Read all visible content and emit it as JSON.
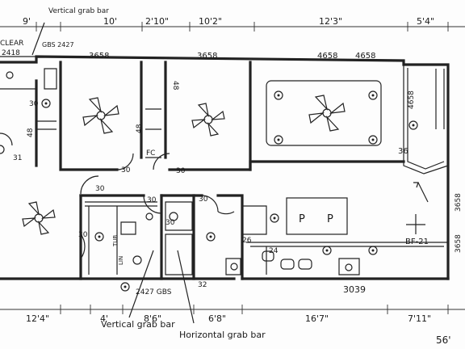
{
  "top_dims": [
    "9'",
    "10'",
    "2'10\"",
    "10'2\"",
    "12'3\"",
    "5'4\""
  ],
  "bottom_dims": [
    "12'4\"",
    "4'",
    "8'6\"",
    "6'8\"",
    "16'7\"",
    "7'11\""
  ],
  "overall_dim": "56'",
  "window_labels": {
    "w1": "3658",
    "w2": "3658",
    "w3": "4658",
    "w4": "4658",
    "w_side": "4658",
    "w_right1": "3658",
    "w_right2": "3658",
    "w_bottom": "3039",
    "w_tl": "2418"
  },
  "door_labels": {
    "d1": "30",
    "d2": "30",
    "d3": "30",
    "d4": "30",
    "d5": "30",
    "d6": "30",
    "d7": "30",
    "d8": "30",
    "d9": "31",
    "d10": "32",
    "d11": "24",
    "d12": "48",
    "d13": "48",
    "d14": "48",
    "d15": "36",
    "d16": "26"
  },
  "notes": {
    "vgrab_top": "Vertical grab bar",
    "vgrab_bottom": "Vertical grab bar",
    "hgrab_bottom": "Horizontal grab bar",
    "clear": "CLEAR",
    "gbs_top": "GBS 2427",
    "gbs_bottom": "2427 GBS",
    "bf": "BF-21",
    "closet": "FC",
    "pantry_p1": "P",
    "pantry_p2": "P",
    "shower": "LIN",
    "tub": "TUB"
  }
}
